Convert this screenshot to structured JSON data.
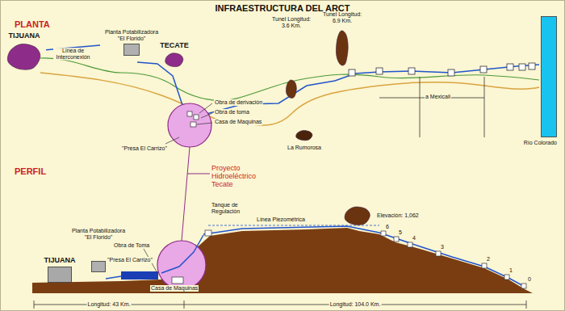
{
  "diagram": {
    "title": "INFRAESTRUCTURA DEL ARCT",
    "nodes": [
      {
        "text": [
          "TIJUANA"
        ]
      },
      {
        "text": [
          "Planta Potabilizadora \"El Florido\""
        ]
      },
      {
        "text": [
          "TECATE"
        ]
      },
      {
        "text": [
          "Tunel Longitud: 3.6 Km."
        ]
      },
      {
        "text": [
          "Tunel Longitud: 6.9 Km."
        ]
      },
      {
        "text": [
          "La Rumorosa"
        ]
      },
      {
        "text": [
          "Río Colorado"
        ]
      },
      {
        "text": [
          "TIJUANA"
        ]
      },
      {
        "text": [
          "Planta Potabilizadora \"El Florido\""
        ]
      },
      {
        "text": [
          "Elevación: 1,062"
        ]
      }
    ],
    "edges": [
      {
        "from": 0,
        "to": 1,
        "label": "Línea de Interconexión",
        "arrow": "none"
      }
    ],
    "labels": [
      "PLANTA",
      "Obra de derivación",
      "Obra de toma",
      "Casa de Maquinas",
      "\"Presa El Carrizo\"",
      "a Mexicali",
      "Proyecto Hidroeléctrico Tecate",
      "PERFIL",
      "Obra de Toma",
      "\"Presa El Carrizo\"",
      "Tanque de Regulación",
      "Línea Piezométrica",
      "Casa de Maquinas",
      "6",
      "5",
      "4",
      "3",
      "2",
      "1",
      "0",
      "Longitud: 43 Km.",
      "Longitud: 104.0 Km."
    ]
  }
}
